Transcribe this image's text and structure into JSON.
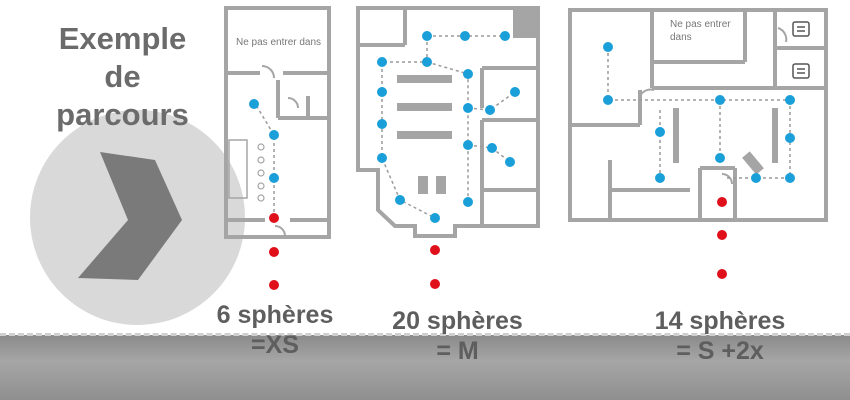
{
  "title": {
    "line1": "Exemple",
    "line2": "de",
    "line3": "parcours"
  },
  "plans": [
    {
      "spheres_label": "6 sphères",
      "size_label": "=XS",
      "room_label": "Ne pas entrer dans"
    },
    {
      "spheres_label": "20 sphères",
      "size_label": "= M"
    },
    {
      "spheres_label": "14 sphères",
      "size_label": "= S +2x",
      "room_label_line1": "Ne pas entrer",
      "room_label_line2": "dans"
    }
  ],
  "colors": {
    "wall": "#a5a5a5",
    "sphere_blue": "#1a9fd8",
    "sphere_red": "#e0101a",
    "path": "#9a9a9a",
    "text": "#6b6b6b"
  },
  "icons": [
    "chevron-arrow-icon",
    "appliance-icon"
  ]
}
